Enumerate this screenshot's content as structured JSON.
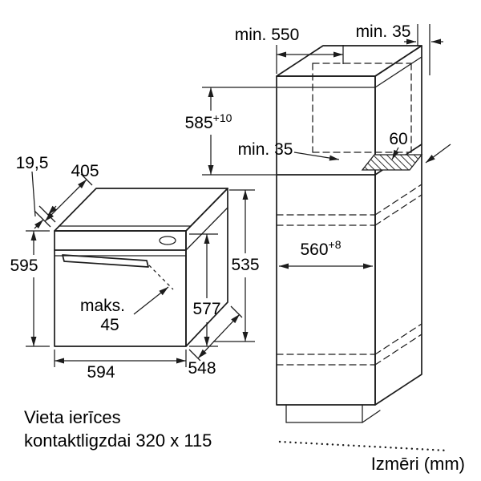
{
  "diagram": {
    "units_label": "Izmēri (mm)",
    "socket_note_line1": "Vieta ierīces",
    "socket_note_line2": "kontaktligzdai 320 x 115"
  },
  "oven": {
    "panel_depth": "19,5",
    "top_depth": "405",
    "front_height": "595",
    "handle_word": "maks.",
    "handle_depth": "45",
    "width": "594",
    "depth": "548",
    "body_height": "577",
    "rear_height": "535"
  },
  "cabinet": {
    "min_depth": "min. 550",
    "top_back_clearance": "min. 35",
    "niche_height": "585",
    "niche_height_tolerance": "+10",
    "rear_clearance": "min. 35",
    "vent_gap": "60",
    "niche_width": "560",
    "niche_width_tolerance": "+8"
  }
}
